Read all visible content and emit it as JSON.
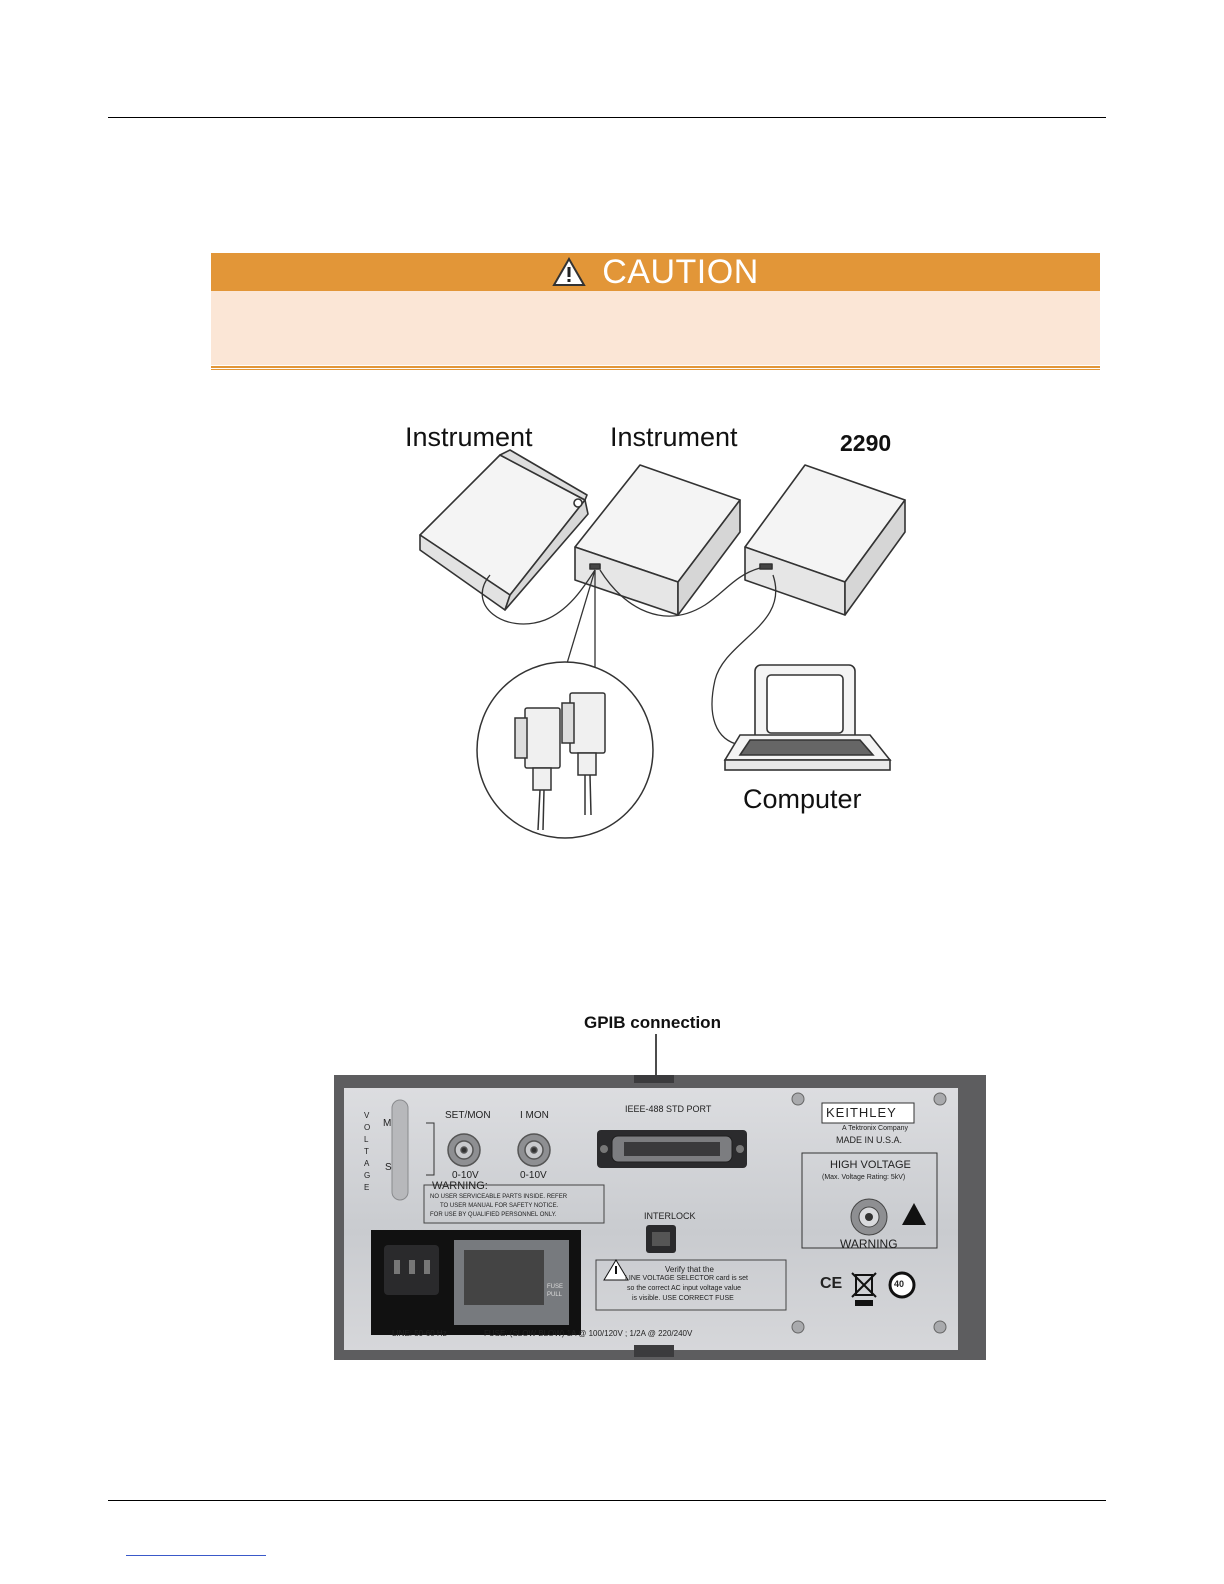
{
  "caution": {
    "title": "CAUTION",
    "icon": "warning-triangle-icon",
    "colors": {
      "header": "#e29638",
      "body": "#fbe6d6"
    }
  },
  "figure1": {
    "labels": {
      "instrument_left": "Instrument",
      "instrument_middle": "Instrument",
      "model": "2290",
      "computer": "Computer"
    }
  },
  "figure2": {
    "callout": "GPIB connection",
    "panel": {
      "voltage_vertical": "VOLTAGE",
      "switch_top": "M",
      "switch_bottom": "S",
      "set_mon": "SET/MON",
      "i_mon": "I MON",
      "range_1": "0-10V",
      "range_2": "0-10V",
      "port": "IEEE-488 STD PORT",
      "brand": "KEITHLEY",
      "brand_sub": "A Tektronix Company",
      "made_in": "MADE IN U.S.A.",
      "hv_title": "HIGH VOLTAGE",
      "hv_rating": "(Max. Voltage Rating: 5kV)",
      "hv_warning": "WARNING",
      "warning_title": "WARNING:",
      "warning_text_1": "NO USER SERVICEABLE PARTS INSIDE. REFER",
      "warning_text_2": "TO USER MANUAL FOR SAFETY NOTICE.",
      "warning_text_3": "FOR USE BY QUALIFIED PERSONNEL ONLY.",
      "interlock": "INTERLOCK",
      "verify_1": "Verify that the",
      "verify_2": "LINE VOLTAGE SELECTOR card is set",
      "verify_3": "so the correct AC input voltage value",
      "verify_4": "is visible.  USE CORRECT FUSE",
      "fuse_pull": "FUSE PULL",
      "line": "LINE: 50-60 Hz",
      "fuse": "FUSE: (SLOW BLOW) 1A @ 100/120V ; 1/2A @ 220/240V",
      "ce": "CE",
      "rohs": "40"
    }
  }
}
